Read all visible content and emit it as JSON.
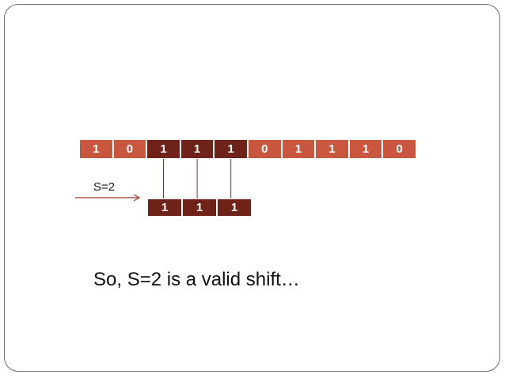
{
  "diagram": {
    "text_bits": [
      "1",
      "0",
      "1",
      "1",
      "1",
      "0",
      "1",
      "1",
      "1",
      "0"
    ],
    "matched_indices": [
      2,
      3,
      4
    ],
    "pattern_bits": [
      "1",
      "1",
      "1"
    ],
    "shift_label": "S=2",
    "conclusion": "So, S=2 is a valid shift…"
  },
  "colors": {
    "unmatched": "#c9573f",
    "matched": "#6e2218",
    "pattern": "#6e2218",
    "frame_border": "#6f6f6f",
    "connector": "#8a2d22",
    "arrow": "#a23a2a"
  }
}
